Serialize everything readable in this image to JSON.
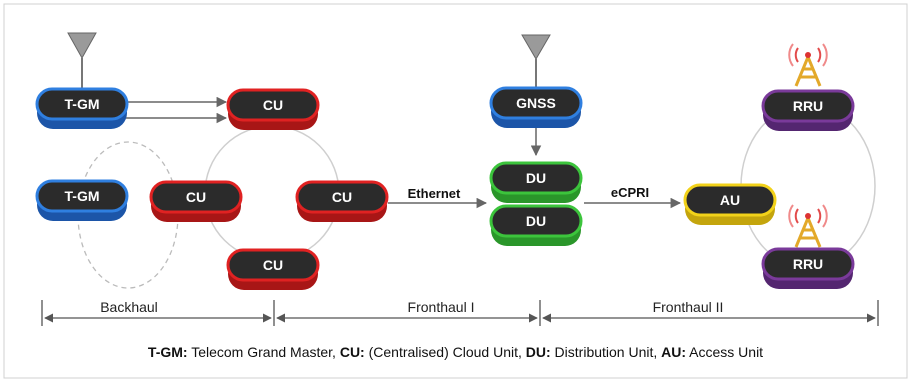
{
  "nodes": {
    "tgm_top": "T-GM",
    "tgm_bottom": "T-GM",
    "cu_top": "CU",
    "cu_left": "CU",
    "cu_right": "CU",
    "cu_bottom": "CU",
    "gnss": "GNSS",
    "du_top": "DU",
    "du_bottom": "DU",
    "au": "AU",
    "rru_top": "RRU",
    "rru_bottom": "RRU"
  },
  "connections": {
    "ethernet": "Ethernet",
    "ecpri": "eCPRI"
  },
  "segments": {
    "backhaul": "Backhaul",
    "fronthaul_1": "Fronthaul I",
    "fronthaul_2": "Fronthaul II"
  },
  "legend": [
    {
      "key": "T-GM:",
      "text": " Telecom Grand Master, "
    },
    {
      "key": "CU:",
      "text": " (Centralised) Cloud Unit, "
    },
    {
      "key": "DU:",
      "text": " Distribution Unit, "
    },
    {
      "key": "AU:",
      "text": " Access Unit"
    }
  ],
  "colors": {
    "tgm": "#2f7fe0",
    "cu": "#e02222",
    "gnss": "#2f7fe0",
    "du": "#3cc43c",
    "au": "#f2d21a",
    "rru": "#7a3a9a",
    "pill_body": "#2b2b2b"
  },
  "icons": [
    "antenna-icon",
    "cell-tower-icon"
  ]
}
